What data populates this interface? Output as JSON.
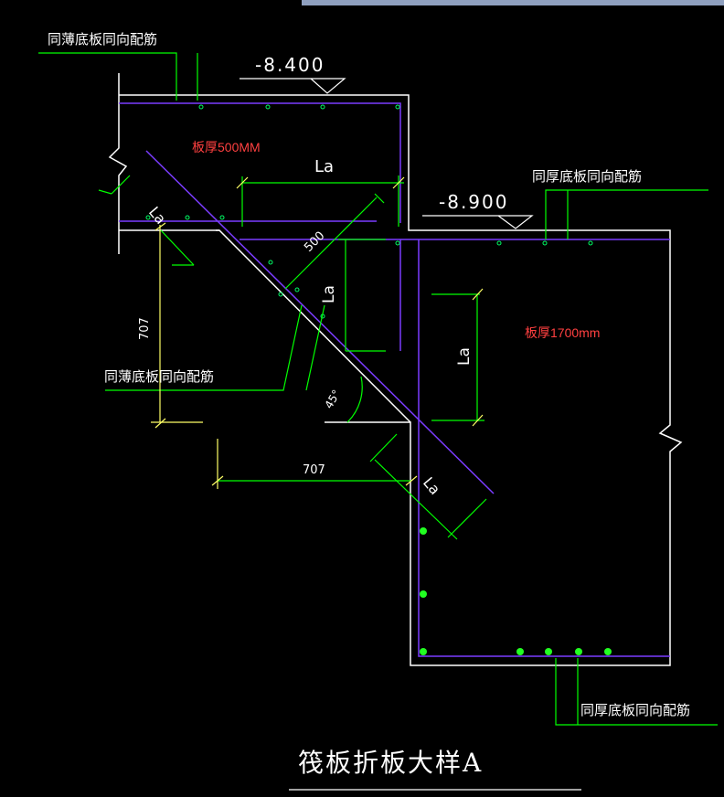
{
  "drawing": {
    "title": "筏板折板大样A",
    "elevations": {
      "upper": "-8.400",
      "lower": "-8.900"
    },
    "thickness_labels": {
      "thin": "板厚500MM",
      "thick": "板厚1700mm"
    },
    "rebar_notes": {
      "thin_top": "同薄底板同向配筋",
      "thick_top": "同厚底板同向配筋",
      "thin_bottom": "同薄底板同向配筋",
      "thick_bottom": "同厚底板同向配筋"
    },
    "dimensions": {
      "anchor": "La",
      "slab_diag": "500",
      "vertical": "707",
      "horizontal": "707",
      "angle": "45°"
    }
  },
  "colors": {
    "background": "#000000",
    "outline": "#ffffff",
    "rebar": "#7b3cff",
    "dimension": "#00ff00",
    "extension": "#ffff66",
    "label": "#ff4040",
    "topbar": "#8fa0bf"
  }
}
